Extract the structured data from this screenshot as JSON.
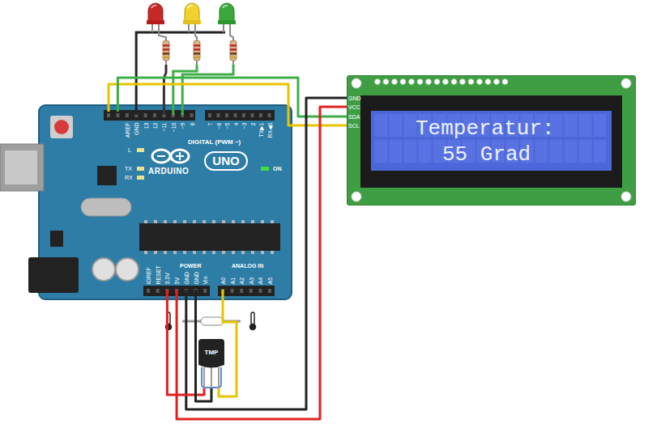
{
  "diagram": {
    "nodes": [
      {
        "text": [
          "ARDUINO",
          "UNO"
        ]
      },
      {
        "text": [
          "Temperatur:",
          "55 Grad"
        ]
      },
      {
        "text": [
          "TMP"
        ]
      }
    ],
    "edges": [
      {
        "from": 0,
        "to": 1,
        "arrow": "none"
      },
      {
        "from": 0,
        "to": 1,
        "arrow": "none"
      },
      {
        "from": 0,
        "to": 1,
        "arrow": "none"
      },
      {
        "from": 0,
        "to": 1,
        "arrow": "none"
      },
      {
        "from": 0,
        "to": 2,
        "arrow": "none"
      },
      {
        "from": 0,
        "to": 2,
        "arrow": "none"
      },
      {
        "from": 0,
        "to": 2,
        "arrow": "none"
      }
    ],
    "labels": [
      "AREF",
      "GND",
      "13",
      "12",
      "~11",
      "~10",
      "~9",
      "8",
      "7",
      "~6",
      "~5",
      "4",
      "~3",
      "2",
      "TX▶1",
      "RX◀0",
      "DIGITAL (PWM ~)",
      "L",
      "TX",
      "RX",
      "ON",
      "POWER",
      "ANALOG IN",
      "IOREF",
      "RESET",
      "3.3V",
      "5V",
      "GND",
      "GND",
      "Vin",
      "A0",
      "A1",
      "A2",
      "A3",
      "A4",
      "A5",
      "GND",
      "VCC",
      "SDA",
      "SCL"
    ]
  }
}
